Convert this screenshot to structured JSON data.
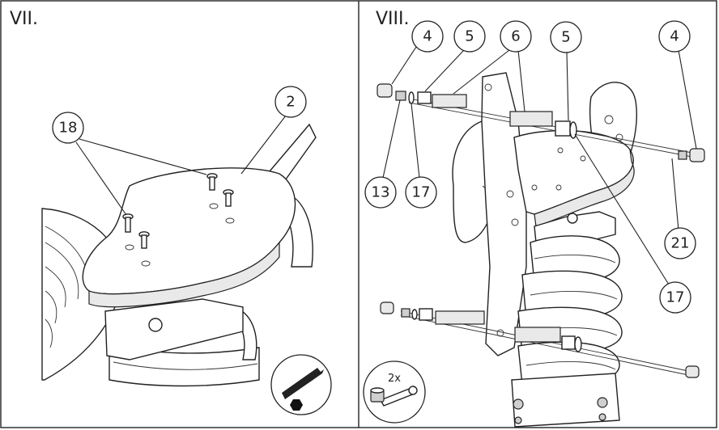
{
  "panels": [
    {
      "step": "VII.",
      "callouts": [
        {
          "label": "18"
        },
        {
          "label": "2"
        }
      ]
    },
    {
      "step": "VIII.",
      "callouts": [
        {
          "label": "4"
        },
        {
          "label": "5"
        },
        {
          "label": "6"
        },
        {
          "label": "5"
        },
        {
          "label": "4"
        },
        {
          "label": "13"
        },
        {
          "label": "17"
        },
        {
          "label": "21"
        },
        {
          "label": "17"
        }
      ],
      "quantity_note": "2x"
    }
  ],
  "icons": [
    "hex-key-icon",
    "hex-nut-icon",
    "wrench-icon"
  ]
}
